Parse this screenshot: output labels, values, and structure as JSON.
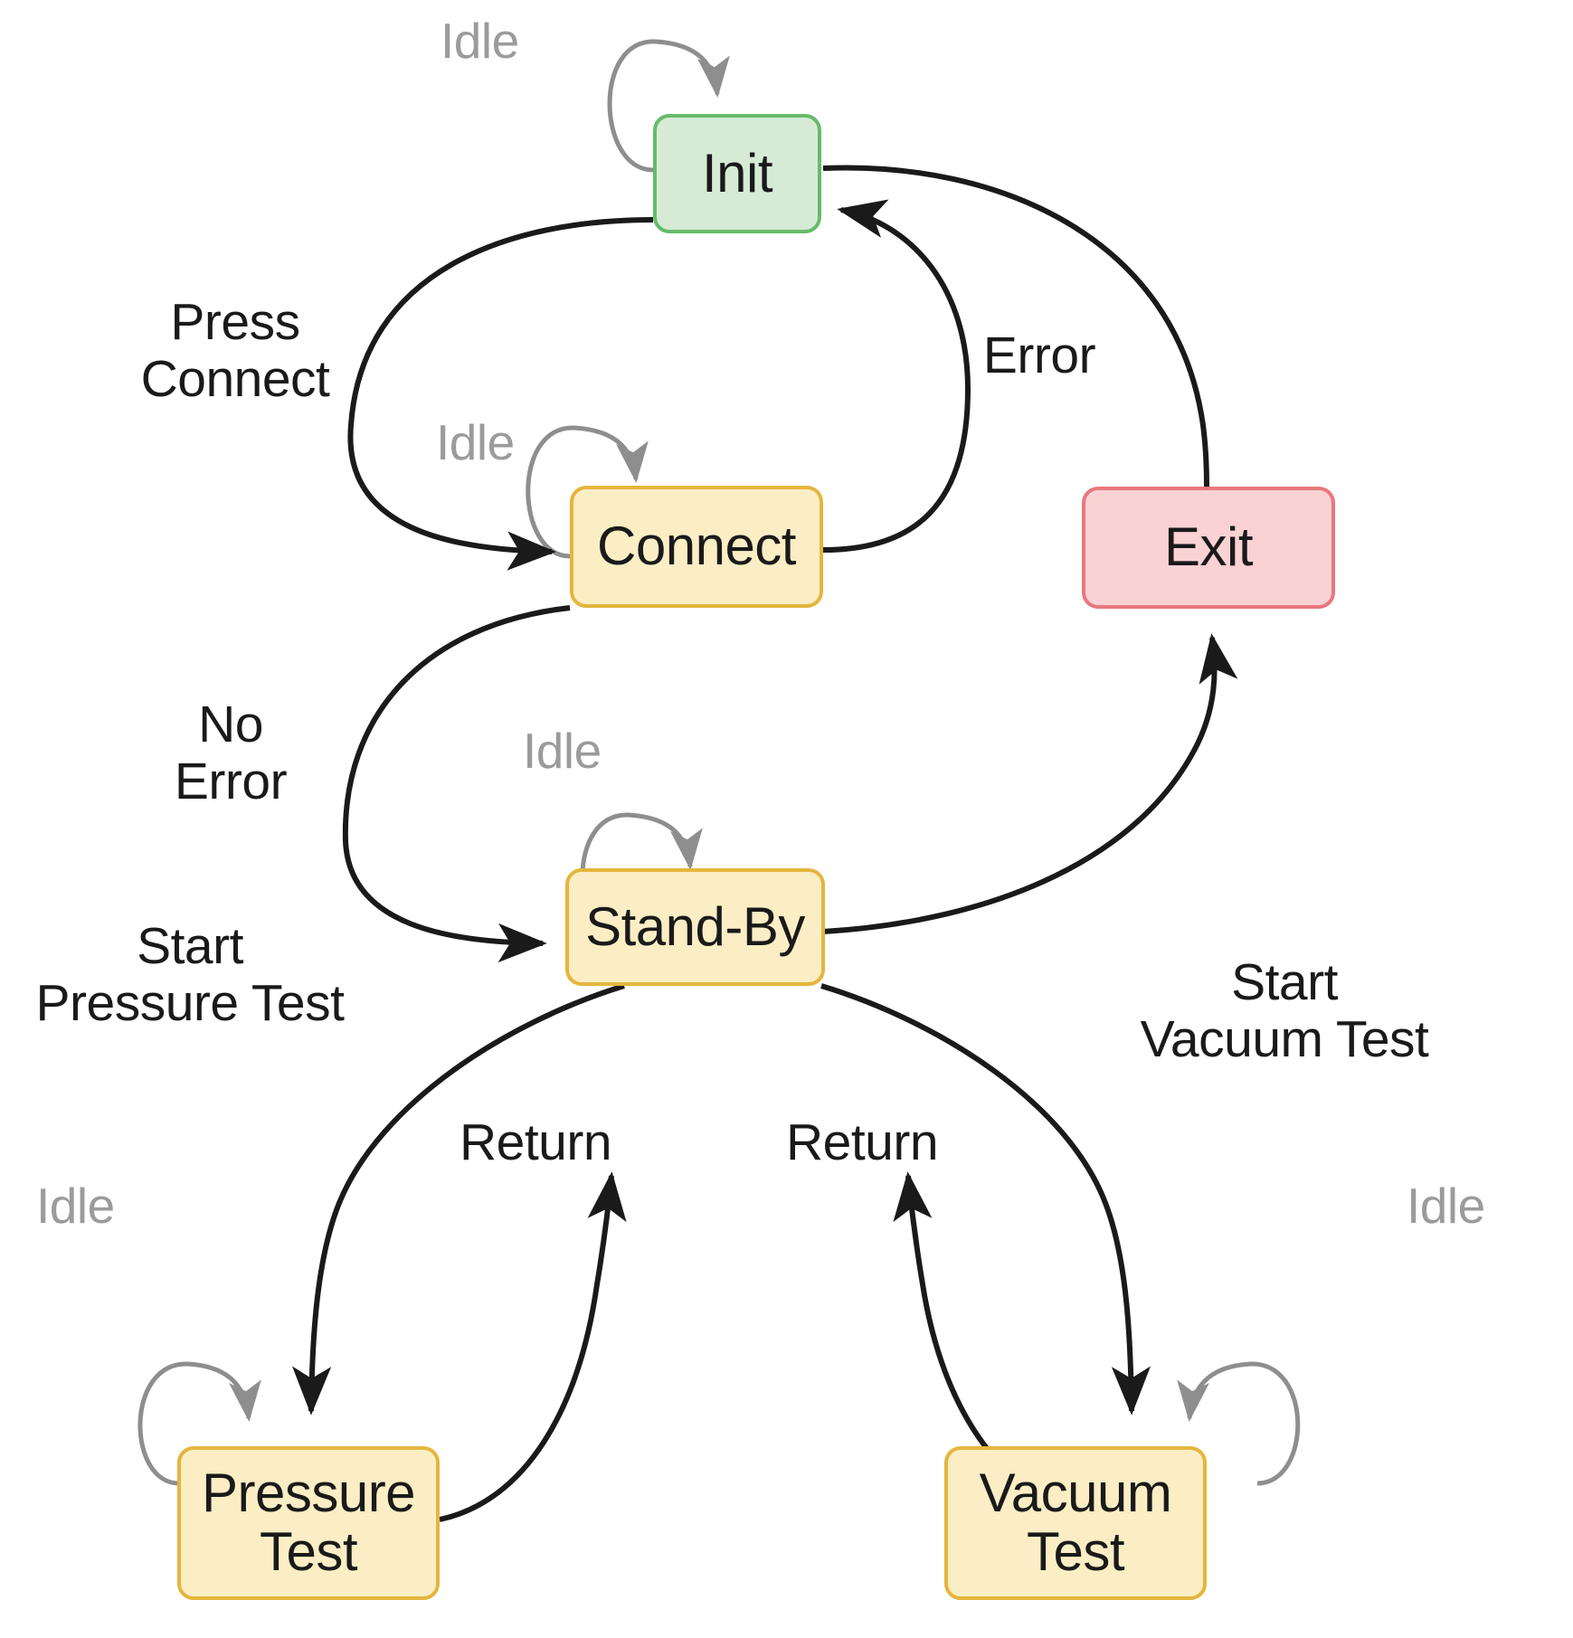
{
  "diagram": {
    "type": "state-machine",
    "title": "",
    "background_color": "#ffffff",
    "palette": {
      "init_fill": "#d6ead6",
      "init_stroke": "#66bb6a",
      "state_fill": "#fbeec5",
      "state_stroke": "#e4b63c",
      "exit_fill": "#fad2d4",
      "exit_stroke": "#e8787c",
      "edge_color": "#1a1a1a",
      "self_loop_color": "#9b9b9b",
      "label_color": "#1a1a1a",
      "idle_label_color": "#9b9b9b"
    },
    "nodes": [
      {
        "id": "init",
        "label": "Init",
        "style": "init"
      },
      {
        "id": "connect",
        "label": "Connect",
        "style": "state"
      },
      {
        "id": "standby",
        "label": "Stand-By",
        "style": "state"
      },
      {
        "id": "pressure_test",
        "label": "Pressure\nTest",
        "style": "state"
      },
      {
        "id": "vacuum_test",
        "label": "Vacuum\nTest",
        "style": "state"
      },
      {
        "id": "exit",
        "label": "Exit",
        "style": "exit"
      }
    ],
    "self_loops": [
      {
        "node": "init",
        "label": "Idle"
      },
      {
        "node": "connect",
        "label": "Idle"
      },
      {
        "node": "standby",
        "label": "Idle"
      },
      {
        "node": "pressure_test",
        "label": "Idle"
      },
      {
        "node": "vacuum_test",
        "label": "Idle"
      }
    ],
    "transitions": [
      {
        "from": "init",
        "to": "connect",
        "label": "Press\nConnect"
      },
      {
        "from": "connect",
        "to": "init",
        "label": "Error"
      },
      {
        "from": "init",
        "to": "exit",
        "label": ""
      },
      {
        "from": "connect",
        "to": "standby",
        "label": "No\nError"
      },
      {
        "from": "standby",
        "to": "exit",
        "label": ""
      },
      {
        "from": "standby",
        "to": "pressure_test",
        "label": "Start\nPressure Test"
      },
      {
        "from": "pressure_test",
        "to": "standby",
        "label": "Return"
      },
      {
        "from": "standby",
        "to": "vacuum_test",
        "label": "Start\nVacuum Test"
      },
      {
        "from": "vacuum_test",
        "to": "standby",
        "label": "Return"
      }
    ],
    "labels": {
      "idle": "Idle",
      "press_connect": "Press\nConnect",
      "error": "Error",
      "no_error": "No\nError",
      "start_pressure_test": "Start\nPressure Test",
      "start_vacuum_test": "Start\nVacuum Test",
      "return_left": "Return",
      "return_right": "Return"
    },
    "node_text": {
      "init": "Init",
      "connect": "Connect",
      "standby": "Stand-By",
      "pressure_test": "Pressure\nTest",
      "vacuum_test": "Vacuum\nTest",
      "exit": "Exit"
    }
  }
}
